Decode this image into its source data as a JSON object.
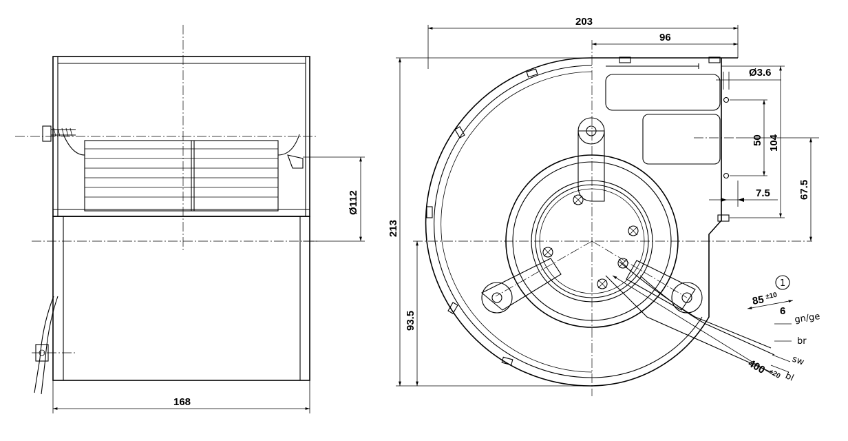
{
  "dimensions": {
    "side_width": "168",
    "diameter_impeller": "Ø112",
    "overall_height": "213",
    "overall_width": "203",
    "offset_96": "96",
    "hole_diameter": "Ø3.6",
    "hole_spacing": "50",
    "bracket_height": "104",
    "hole_offset": "7.5",
    "center_offset": "67.5",
    "lower_height": "93.5",
    "cable_length": "400",
    "cable_length_tol": "+20",
    "strip_length": "85",
    "strip_length_tol": "±10",
    "strip_end": "6"
  },
  "callout": "1",
  "wires": [
    "gn/ge",
    "br",
    "sw",
    "bl"
  ]
}
